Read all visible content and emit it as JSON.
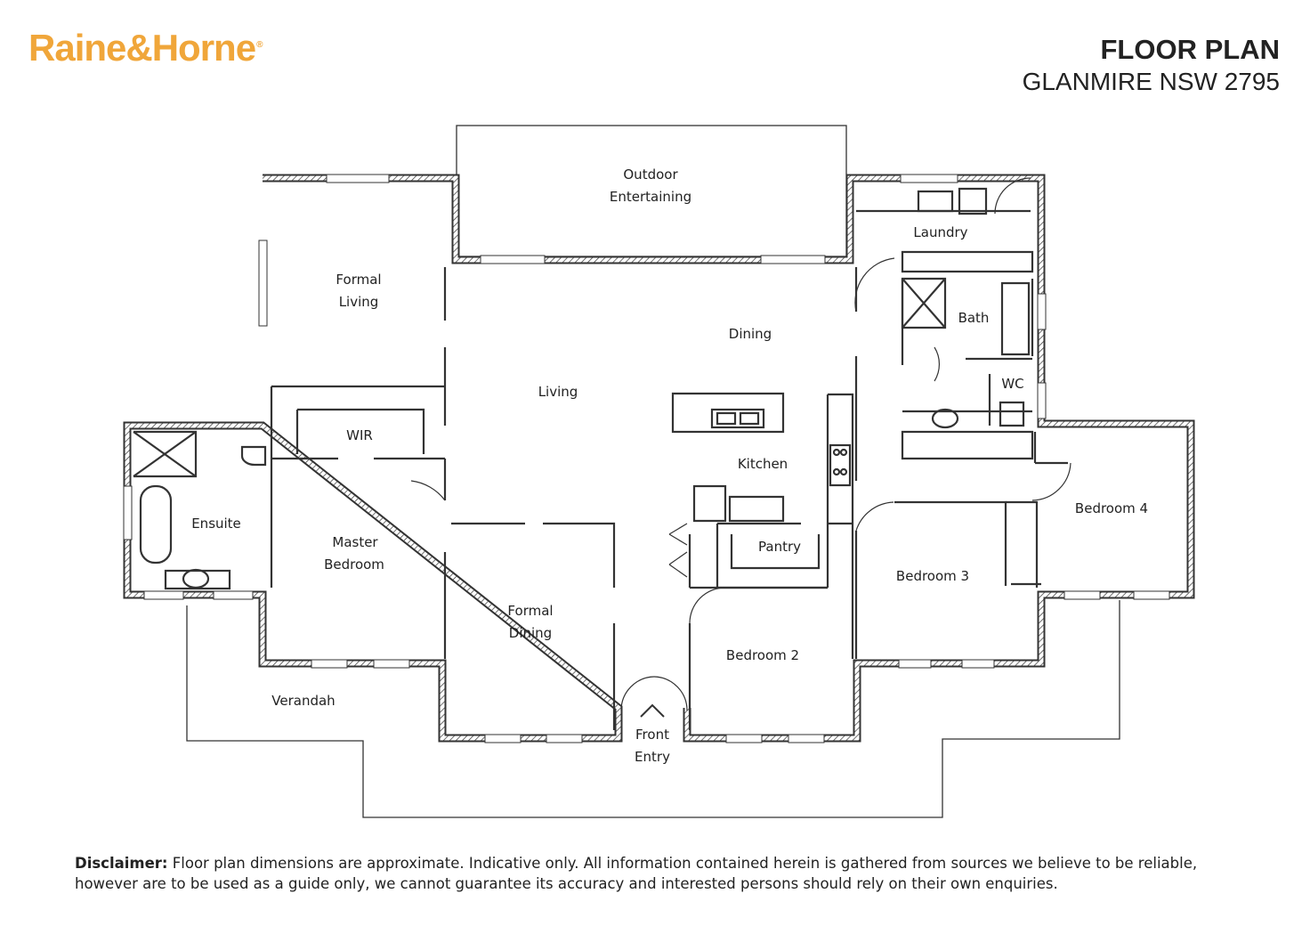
{
  "brand": {
    "name": "Raine&Horne",
    "mark": "®",
    "color": "#f0a63a"
  },
  "header": {
    "title": "FLOOR PLAN",
    "subtitle": "GLANMIRE NSW 2795"
  },
  "rooms": {
    "outdoor": [
      "Outdoor",
      "Entertaining"
    ],
    "formal_living": [
      "Formal",
      "Living"
    ],
    "laundry": "Laundry",
    "bath": "Bath",
    "dining": "Dining",
    "living": "Living",
    "wc": "WC",
    "wir": "WIR",
    "kitchen": "Kitchen",
    "ensuite": "Ensuite",
    "master_bedroom": [
      "Master",
      "Bedroom"
    ],
    "pantry": "Pantry",
    "bedroom4": "Bedroom 4",
    "bedroom3": "Bedroom 3",
    "formal_dining": [
      "Formal",
      "Dining"
    ],
    "bedroom2": "Bedroom 2",
    "verandah": "Verandah",
    "front_entry": [
      "Front",
      "Entry"
    ]
  },
  "disclaimer": {
    "label": "Disclaimer:",
    "text": " Floor plan dimensions are approximate. Indicative only. All information contained herein is gathered from sources we believe to be reliable, however are to be used as a guide only, we cannot guarantee its accuracy and interested persons should rely on their own enquiries."
  }
}
